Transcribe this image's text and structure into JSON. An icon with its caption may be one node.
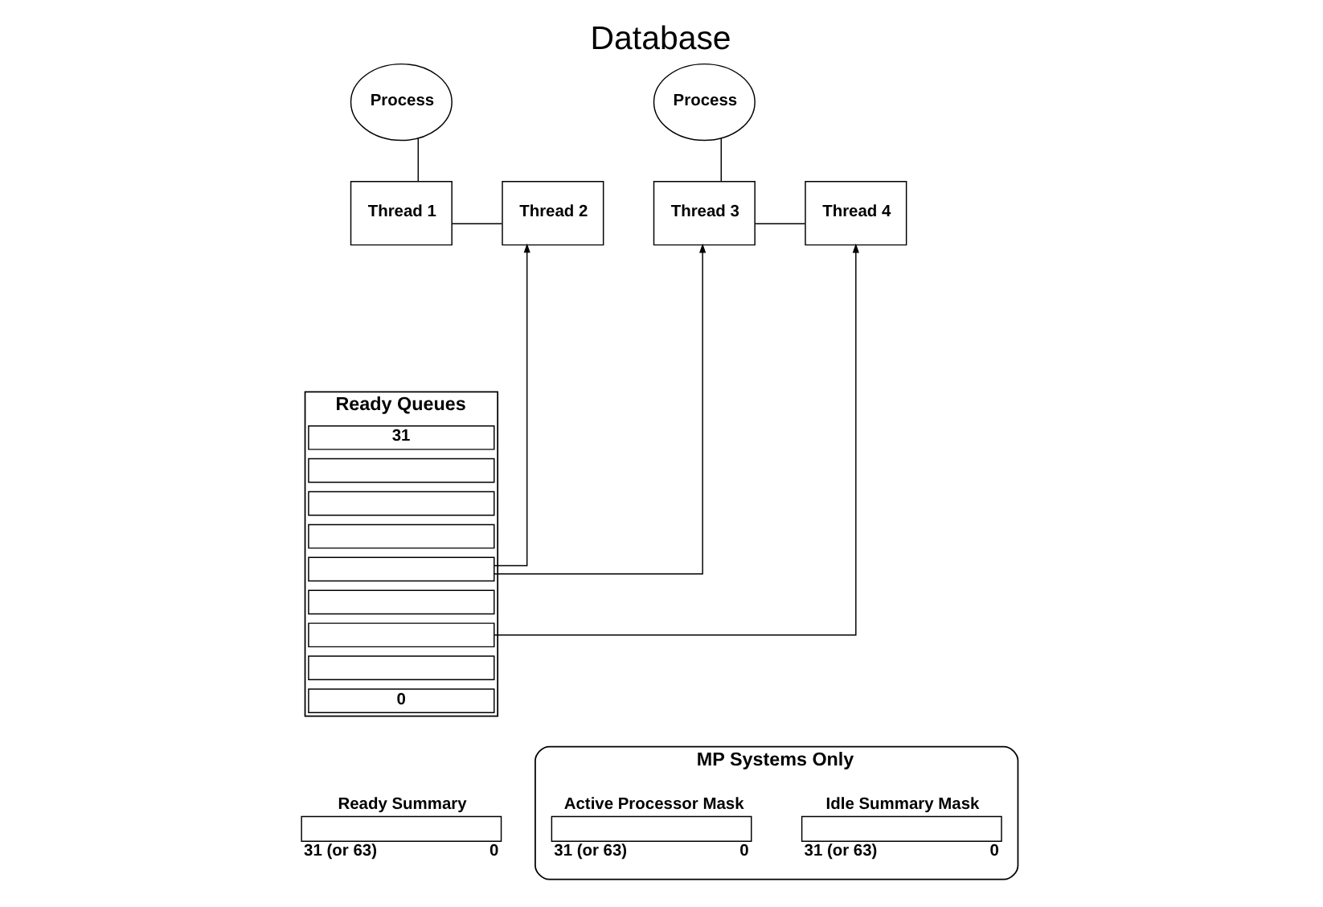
{
  "diagram": {
    "title": "Database",
    "nodes": [
      {
        "text": [
          "Process"
        ]
      },
      {
        "text": [
          "Thread 1"
        ]
      },
      {
        "text": [
          "Thread 2"
        ]
      },
      {
        "text": [
          "Process"
        ]
      },
      {
        "text": [
          "Thread 3"
        ]
      },
      {
        "text": [
          "Thread 4"
        ]
      },
      {
        "text": [
          "Ready Queues"
        ]
      },
      {
        "text": [
          "31"
        ],
        "in": 6
      },
      {
        "text": [],
        "shape": "box",
        "in": 6
      },
      {
        "text": [],
        "shape": "box",
        "in": 6
      },
      {
        "text": [],
        "shape": "box",
        "in": 6
      },
      {
        "text": [],
        "shape": "box",
        "in": 6
      },
      {
        "text": [],
        "shape": "box",
        "in": 6
      },
      {
        "text": [],
        "shape": "box",
        "in": 6
      },
      {
        "text": [],
        "shape": "box",
        "in": 6
      },
      {
        "text": [
          "0"
        ],
        "in": 6
      },
      {
        "text": [
          "Ready Summary"
        ],
        "beside": [
          "31 (or 63)",
          "0"
        ]
      },
      {
        "text": [
          "MP Systems Only"
        ]
      },
      {
        "text": [
          "Active Processor Mask"
        ],
        "beside": [
          "31 (or 63)",
          "0"
        ],
        "in": 17
      },
      {
        "text": [
          "Idle Summary Mask"
        ],
        "beside": [
          "31 (or 63)",
          "0"
        ],
        "in": 17
      }
    ],
    "edges": [
      {
        "from": 0,
        "to": 1,
        "arrow": "none"
      },
      {
        "from": 1,
        "to": 2,
        "arrow": "none"
      },
      {
        "from": 3,
        "to": 4,
        "arrow": "none"
      },
      {
        "from": 4,
        "to": 5,
        "arrow": "none"
      },
      {
        "from": 11,
        "to": 2,
        "arrow": "to"
      },
      {
        "from": 11,
        "to": 4,
        "arrow": "to"
      },
      {
        "from": 13,
        "to": 5,
        "arrow": "to"
      }
    ]
  }
}
